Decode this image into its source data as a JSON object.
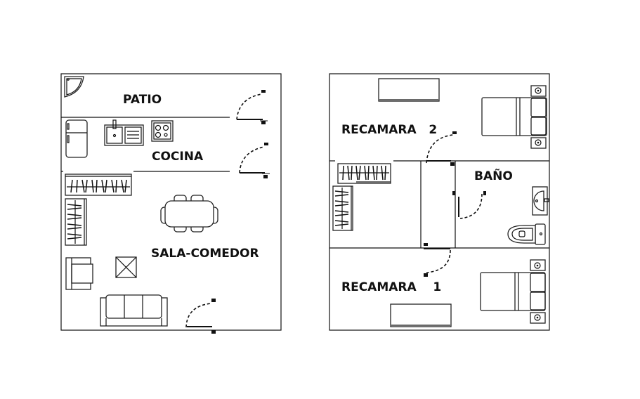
{
  "title": "Floor plan",
  "colors": {
    "line": "#111111",
    "background": "#ffffff"
  },
  "plans": [
    {
      "name": "ground-floor",
      "rooms": [
        {
          "id": "patio",
          "label": "PATIO"
        },
        {
          "id": "cocina",
          "label": "COCINA"
        },
        {
          "id": "sala",
          "label": "SALA-COMEDOR"
        }
      ]
    },
    {
      "name": "upper-floor",
      "rooms": [
        {
          "id": "rec2",
          "label": "RECAMARA   2"
        },
        {
          "id": "bano",
          "label": "BAÑO"
        },
        {
          "id": "rec1",
          "label": "RECAMARA    1"
        }
      ]
    }
  ],
  "fixtures": [
    "shower",
    "refrigerator",
    "double-sink",
    "stove",
    "door",
    "closet",
    "dining-table",
    "armchair",
    "side-table",
    "sofa",
    "dresser",
    "bed",
    "nightstand",
    "lavatory",
    "toilet"
  ]
}
